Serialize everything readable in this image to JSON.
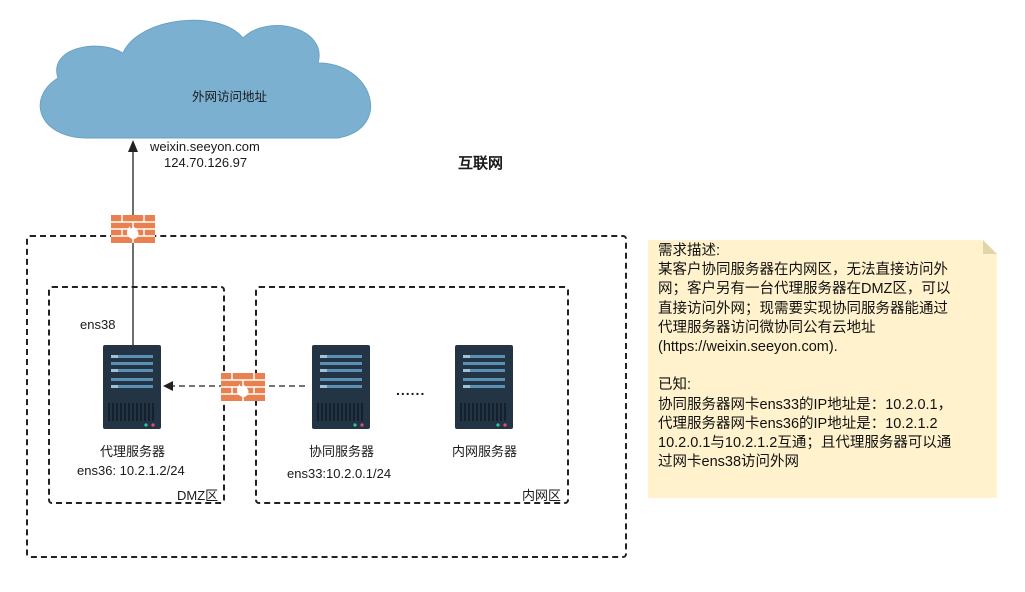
{
  "cloud": {
    "label": "外网访问地址"
  },
  "endpoint": {
    "domain": "weixin.seeyon.com",
    "ip": "124.70.126.97"
  },
  "internet_label": "互联网",
  "dmz": {
    "zone_label": "DMZ区",
    "iface_out": "ens38",
    "server_label": "代理服务器",
    "iface_in": "ens36: 10.2.1.2/24"
  },
  "intranet": {
    "zone_label": "内网区",
    "collab_label": "协同服务器",
    "collab_iface": "ens33:10.2.0.1/24",
    "ellipsis": "......",
    "inner_label": "内网服务器"
  },
  "note": {
    "title": "需求描述:",
    "lines": [
      "某客户协同服务器在内网区，无法直接访问外",
      "网；客户另有一台代理服务器在DMZ区，可以",
      "直接访问外网；现需要实现协同服务器能通过",
      "代理服务器访问微协同公有云地址",
      "(https://weixin.seeyon.com)."
    ],
    "known_title": "已知:",
    "known_lines": [
      "协同服务器网卡ens33的IP地址是：10.2.0.1，",
      "代理服务器网卡ens36的IP地址是：10.2.1.2",
      "10.2.0.1与10.2.1.2互通；且代理服务器可以通",
      "过网卡ens38访问外网"
    ]
  },
  "colors": {
    "cloud": "#7bb0d0",
    "server": "#233544",
    "firewall": "#e8804f",
    "note": "#fff2cc"
  }
}
